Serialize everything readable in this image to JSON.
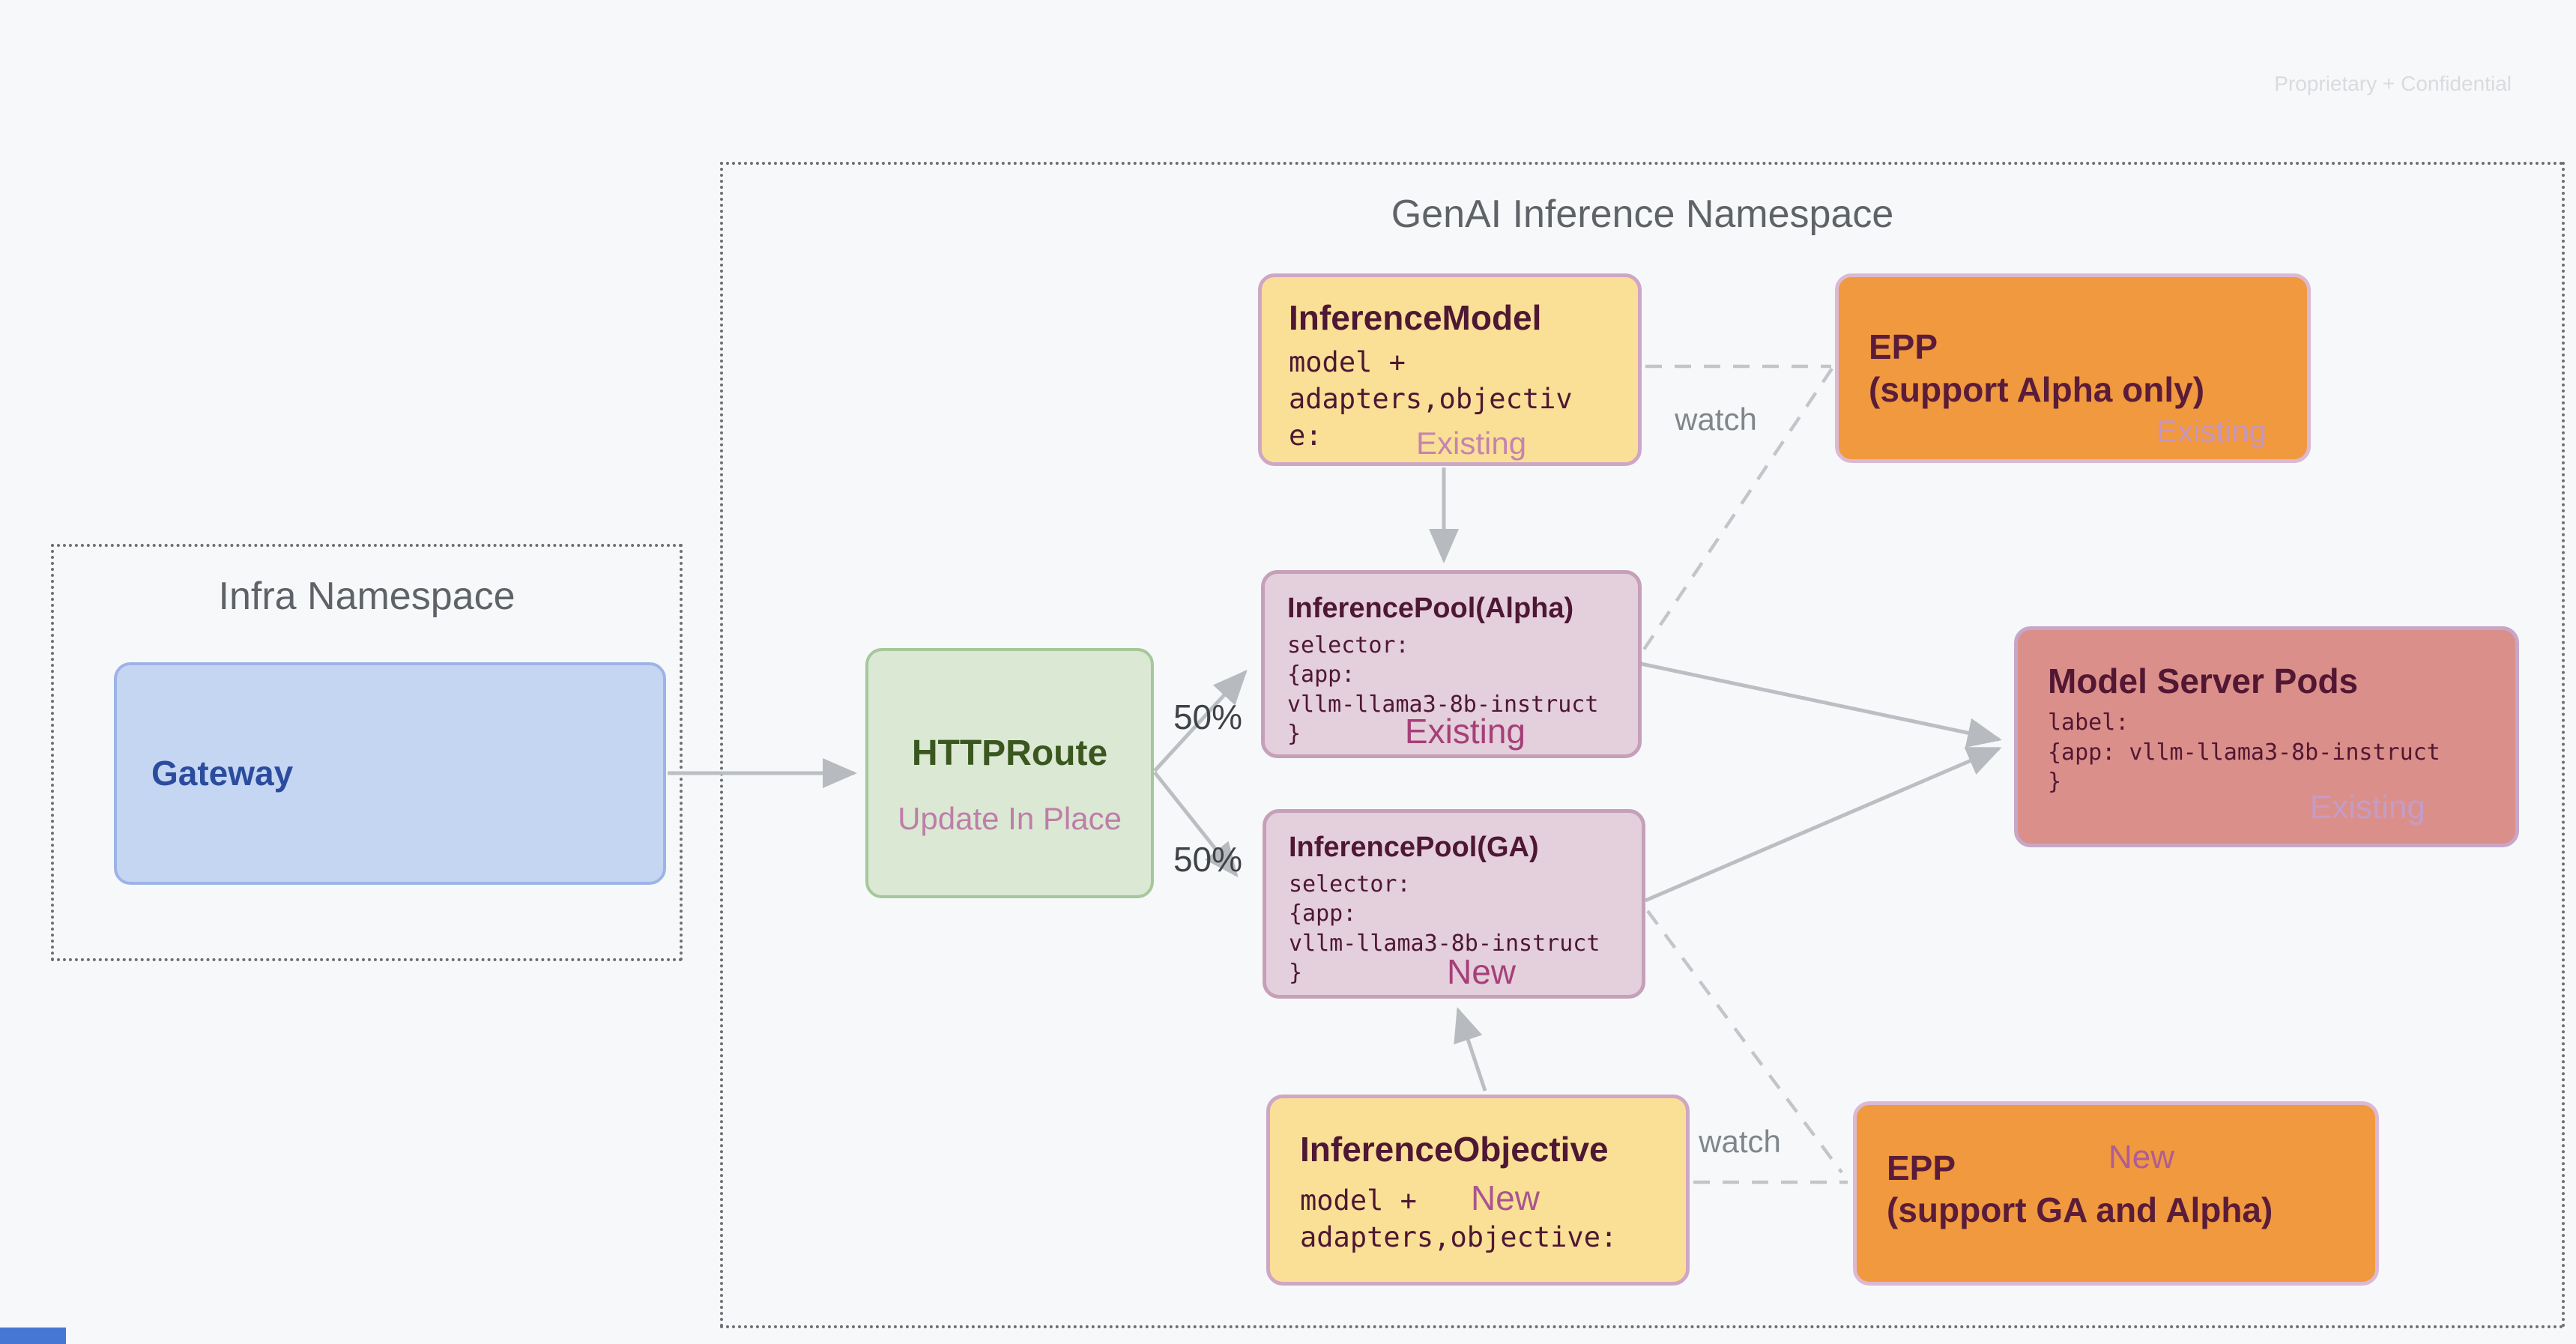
{
  "watermark": "Proprietary + Confidential",
  "infra_namespace": {
    "title": "Infra Namespace"
  },
  "genai_namespace": {
    "title": "GenAI Inference Namespace"
  },
  "nodes": {
    "gateway": {
      "title": "Gateway"
    },
    "httproute": {
      "title": "HTTPRoute",
      "subtitle": "Update In Place"
    },
    "inference_model": {
      "title": "InferenceModel",
      "code": "model +\nadapters,objectiv\ne:",
      "status": "Existing"
    },
    "epp_alpha": {
      "title": "EPP\n(support Alpha only)",
      "status": "Existing"
    },
    "pool_alpha": {
      "title": "InferencePool(Alpha)",
      "code": "selector:\n{app:\nvllm-llama3-8b-instruct\n}",
      "status": "Existing"
    },
    "pool_ga": {
      "title": "InferencePool(GA)",
      "code": "selector:\n{app:\nvllm-llama3-8b-instruct\n}",
      "status": "New"
    },
    "model_server_pods": {
      "title": "Model Server Pods",
      "code": "label:\n{app: vllm-llama3-8b-instruct\n}",
      "status": "Existing"
    },
    "inference_objective": {
      "title": "InferenceObjective",
      "code_line1": "model +",
      "status": "New",
      "code_line2": "adapters,objective:"
    },
    "epp_ga": {
      "title": "EPP\n(support GA and Alpha)",
      "status": "New"
    }
  },
  "edge_labels": {
    "route_alpha_weight": "50%",
    "route_ga_weight": "50%",
    "watch_model_epp": "watch",
    "watch_objective_epp": "watch"
  },
  "colors": {
    "background": "#F7F8FA",
    "gateway_fill": "#C5D6F3",
    "httproute_fill": "#DBE8D4",
    "crd_yellow_fill": "#FAE096",
    "pool_fill": "#E4CFDC",
    "pods_fill": "#DB8F8B",
    "epp_fill": "#F0993E",
    "connector_gray": "#BBBEC2",
    "title_plum": "#4E1733",
    "status_light_mauve": "#C583AF",
    "status_dark_mauve": "#A63F78"
  }
}
